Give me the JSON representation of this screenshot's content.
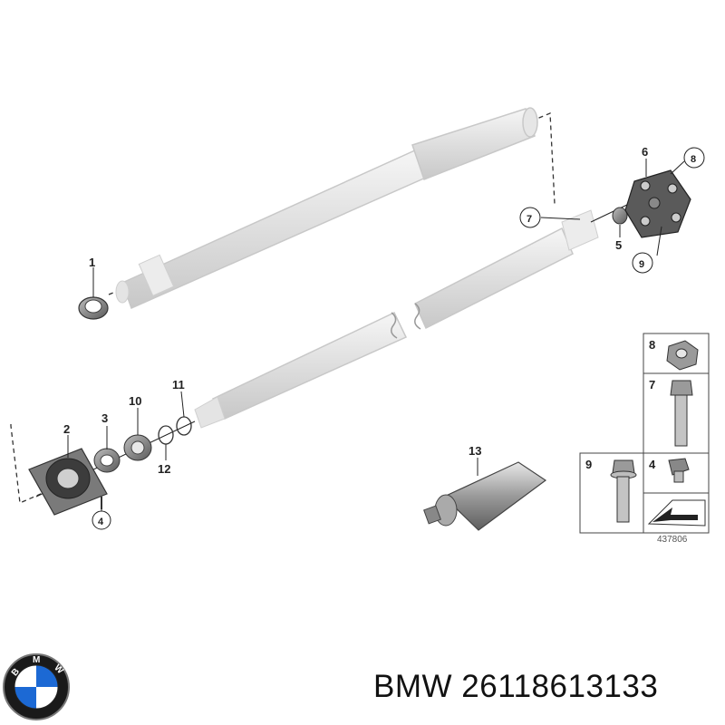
{
  "callouts": {
    "c1": "1",
    "c2": "2",
    "c3": "3",
    "c4": "4",
    "c5": "5",
    "c6": "6",
    "c7": "7",
    "c8": "8",
    "c9": "9",
    "c10": "10",
    "c11": "11",
    "c12": "12",
    "c13": "13"
  },
  "detail_box": {
    "t8": "8",
    "t7": "7",
    "t9": "9",
    "t4": "4"
  },
  "diagram_id": "437806",
  "logo": {
    "text": "BMW",
    "colors": {
      "blue": "#1c69d4",
      "white": "#ffffff",
      "ring": "#111111"
    }
  },
  "caption": {
    "brand": "BMW",
    "part_number": "26118613133"
  }
}
